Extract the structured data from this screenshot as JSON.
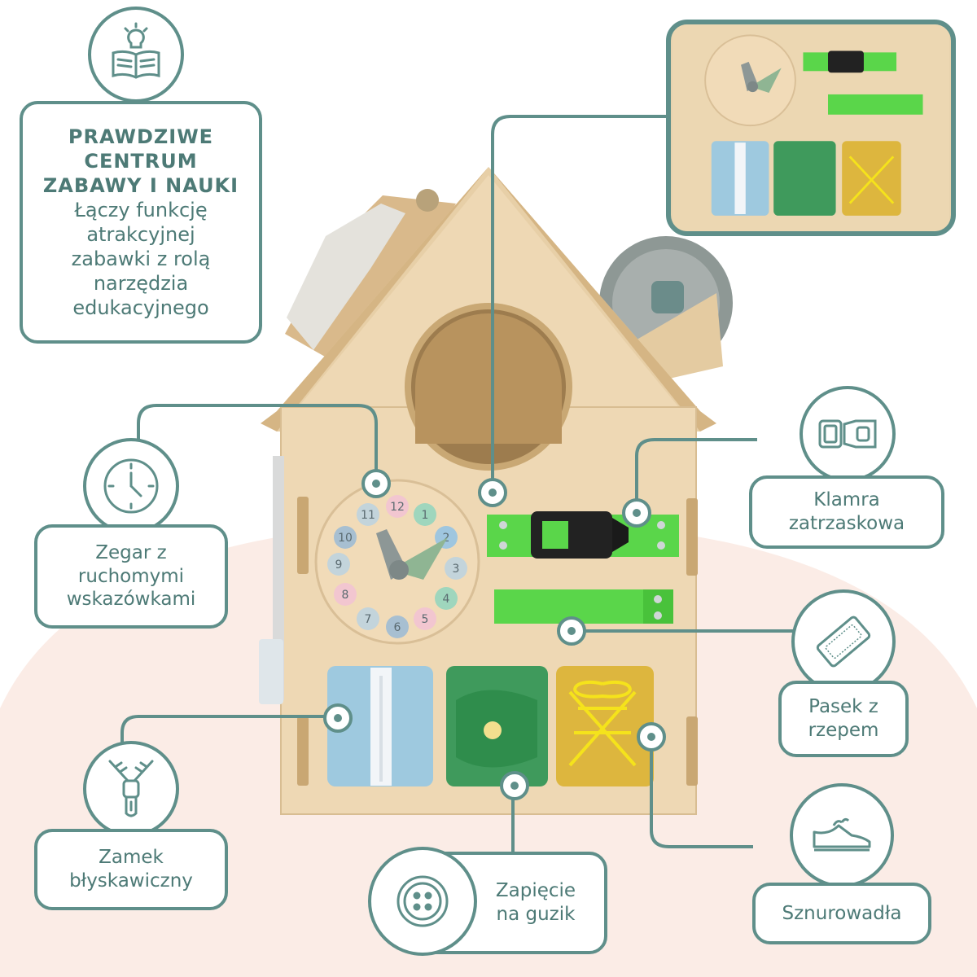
{
  "colors": {
    "accent": "#5f8f8a",
    "text": "#4d7a76",
    "background_pink": "#fbece6",
    "wood": "#ead3ad",
    "velcro_green": "#5ad64a"
  },
  "intro": {
    "icon": "reading-book-lightbulb-icon",
    "title_lines": [
      "PRAWDZIWE",
      "CENTRUM",
      "ZABAWY I NAUKI"
    ],
    "body_lines": [
      "Łączy funkcję",
      "atrakcyjnej",
      "zabawki z rolą",
      "narzędzia",
      "edukacyjnego"
    ]
  },
  "features": {
    "clock": {
      "icon": "clock-icon",
      "lines": [
        "Zegar z",
        "ruchomymi",
        "wskazówkami"
      ]
    },
    "zipper": {
      "icon": "zipper-icon",
      "lines": [
        "Zamek",
        "błyskawiczny"
      ]
    },
    "button": {
      "icon": "sewing-button-icon",
      "lines": [
        "Zapięcie",
        "na guzik"
      ]
    },
    "buckle": {
      "icon": "buckle-icon",
      "lines": [
        "Klamra",
        "zatrzaskowa"
      ]
    },
    "velcro": {
      "icon": "velcro-patch-icon",
      "lines": [
        "Pasek z",
        "rzepem"
      ]
    },
    "laces": {
      "icon": "sneaker-icon",
      "lines": [
        "Sznurowadła"
      ]
    }
  },
  "clock_numbers": [
    "12",
    "1",
    "2",
    "3",
    "4",
    "5",
    "6",
    "7",
    "8",
    "9",
    "10",
    "11"
  ]
}
